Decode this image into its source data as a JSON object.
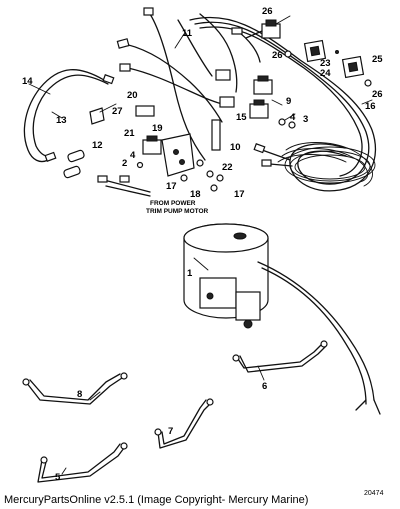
{
  "callouts": {
    "c1": "1",
    "c2": "2",
    "c3": "3",
    "c4": "4",
    "c4b": "4",
    "c5": "5",
    "c6": "6",
    "c7": "7",
    "c8": "8",
    "c9": "9",
    "c10": "10",
    "c11": "11",
    "c12": "12",
    "c13": "13",
    "c14": "14",
    "c15": "15",
    "c16": "16",
    "c17": "17",
    "c17b": "17",
    "c18": "18",
    "c19": "19",
    "c20": "20",
    "c21": "21",
    "c22": "22",
    "c23": "23",
    "c24": "24",
    "c25": "25",
    "c26": "26",
    "c26b": "26",
    "c26c": "26",
    "c27": "27"
  },
  "notes": {
    "from_power": "FROM POWER",
    "trim_pump_motor": "TRIM PUMP MOTOR"
  },
  "footer": {
    "credit": "MercuryPartsOnline v2.5.1 (Image Copyright- Mercury Marine)",
    "ref_number": "20474"
  }
}
